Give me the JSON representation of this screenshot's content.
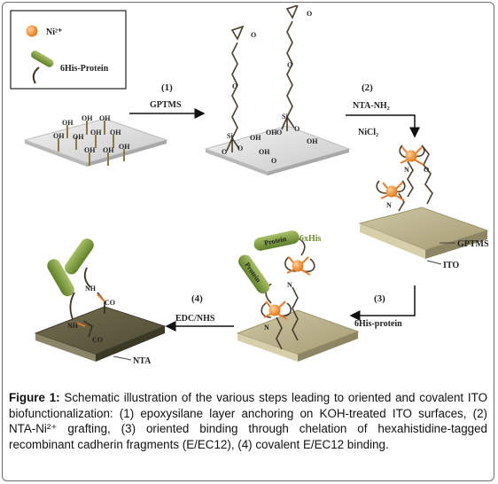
{
  "legend": {
    "ni_label": "Ni²⁺",
    "protein_label": "6His-Protein"
  },
  "steps": {
    "s1_num": "(1)",
    "s1_name": "GPTMS",
    "s2_num": "(2)",
    "s2_name": "NTA-NH₂",
    "s2_sub": "NiCl₂",
    "s3_num": "(3)",
    "s3_name": "6His-protein",
    "s4_num": "(4)",
    "s4_name": "EDC/NHS"
  },
  "chem": {
    "oh": "OH",
    "si": "Si",
    "o": "O",
    "n": "N",
    "nh": "NH",
    "co": "CO",
    "gptms": "GPTMS",
    "ito": "ITO",
    "nta": "NTA",
    "six_his": "6xHis",
    "protein": "Protein"
  },
  "caption": {
    "figure_label": "Figure 1:",
    "text": " Schematic illustration of the various steps leading to oriented and covalent ITO biofunctionalization: (1) epoxysilane layer anchoring on KOH-treated ITO surfaces, (2) NTA-Ni²⁺ grafting, (3) oriented binding through chelation of hexahistidine-tagged recombinant cadherin fragments (E/EC12), (4) covalent E/EC12 binding."
  },
  "colors": {
    "plate_grey": "#d9d9d9",
    "plate_ito": "#b5ad8a",
    "plate_dark": "#625c42",
    "nickel": "#f08a24",
    "protein": "#7b9b3c",
    "linker": "#4a3e2c",
    "accent": "#e8782a"
  }
}
